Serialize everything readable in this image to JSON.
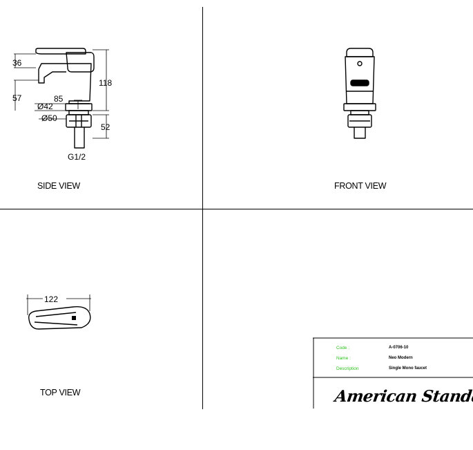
{
  "views": {
    "side": {
      "label": "SIDE VIEW",
      "dims": {
        "d36": "36",
        "d118": "118",
        "d57": "57",
        "d85": "85",
        "d42": "Ø42",
        "d50": "Ø50",
        "d52": "52",
        "thread": "G1/2"
      }
    },
    "front": {
      "label": "FRONT VIEW"
    },
    "top": {
      "label": "TOP VIEW",
      "dims": {
        "d122": "122"
      }
    }
  },
  "title_block": {
    "code_label": "Code :",
    "code_value": "A-0706-10",
    "name_label": "Name :",
    "name_value": "Neo Modern",
    "description_label": "Description",
    "description_value": "Single Mono faucet",
    "brand": "American Standard"
  },
  "colors": {
    "line": "#000000",
    "field_label": "#2bc21b",
    "background": "#ffffff"
  }
}
